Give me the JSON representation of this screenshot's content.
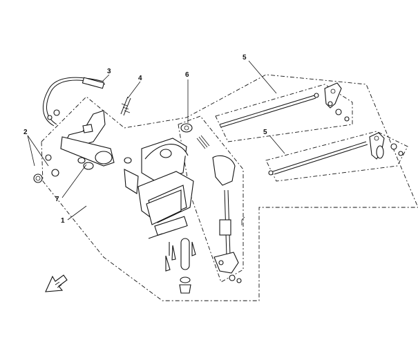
{
  "callouts": {
    "c1": "1",
    "c2": "2",
    "c3": "3",
    "c4": "4",
    "c5a": "5",
    "c5b": "5",
    "c6": "6",
    "c7": "7"
  },
  "icons": {
    "orientation": "front-arrow-icon"
  },
  "colors": {
    "ink": "#111111",
    "paper": "#ffffff"
  }
}
